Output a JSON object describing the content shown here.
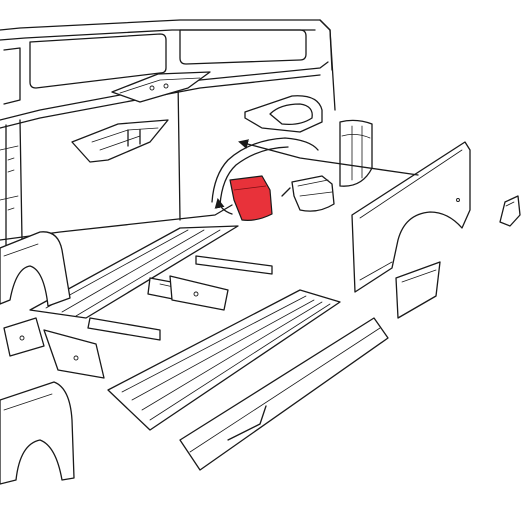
{
  "diagram": {
    "highlight_color": "#e8323a",
    "line_color": "#1a1a1a",
    "background": "#ffffff",
    "parts": [
      {
        "id": "van-body-shell",
        "highlighted": false
      },
      {
        "id": "wheel-arch-repair-panel",
        "highlighted": true
      },
      {
        "id": "wheel-arch-bracket",
        "highlighted": false
      },
      {
        "id": "seat-box-panel",
        "highlighted": false
      },
      {
        "id": "rear-outer-wing-panel",
        "highlighted": false
      },
      {
        "id": "rear-corner-panel",
        "highlighted": false
      },
      {
        "id": "floor-crossmember-assembly",
        "highlighted": false
      },
      {
        "id": "floor-panel",
        "highlighted": false
      },
      {
        "id": "sill-panel",
        "highlighted": false
      },
      {
        "id": "front-wheel-arch",
        "highlighted": false
      }
    ],
    "arrows": [
      {
        "id": "arrow-to-inner-arch",
        "style": "solid"
      },
      {
        "id": "arrow-to-red-panel",
        "style": "solid"
      }
    ]
  }
}
